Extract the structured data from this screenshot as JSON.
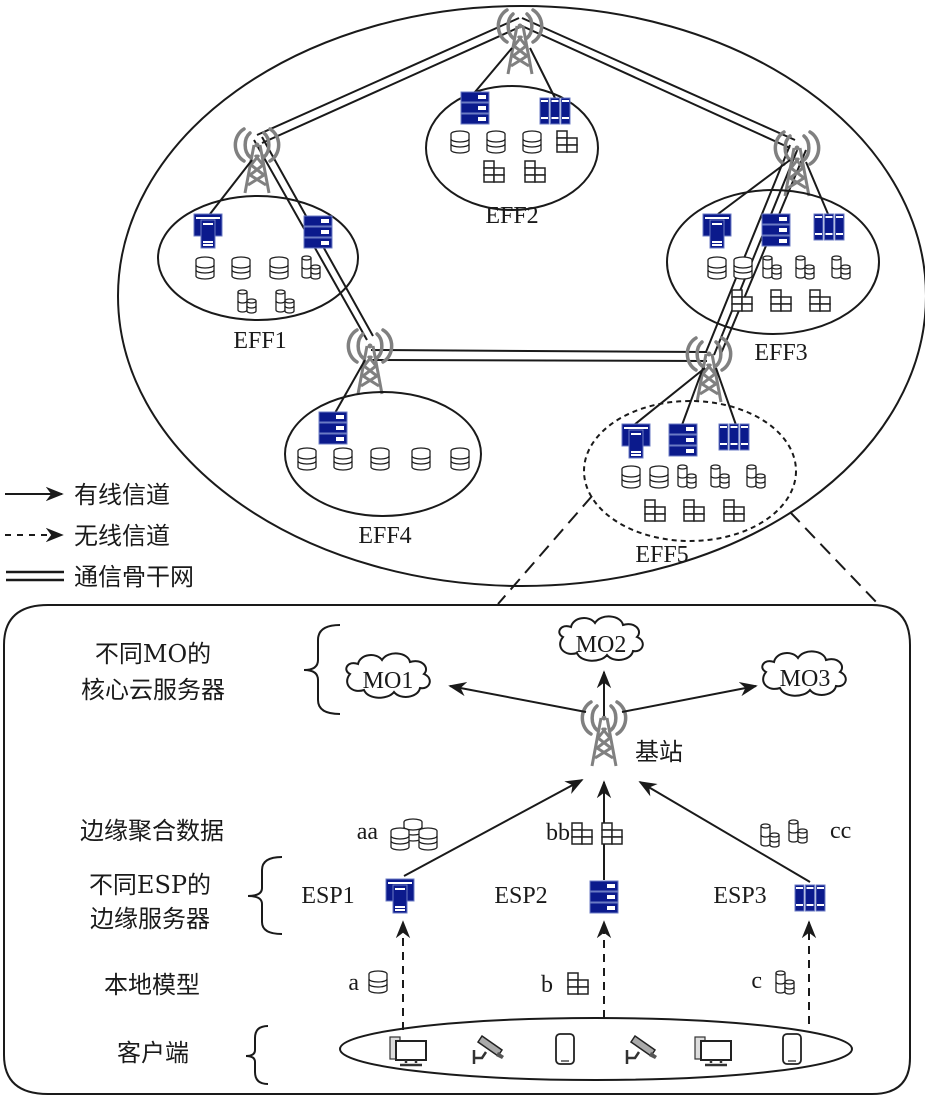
{
  "title": "Edge federated framework diagram",
  "colors": {
    "server_blue": "#0b1a8c",
    "tower_gray": "#808080",
    "line": "#1a1a1a"
  },
  "top": {
    "clusters": [
      {
        "id": "EFF1",
        "label": "EFF1",
        "servers": [
          "rack-server",
          "stack-server"
        ],
        "data_icons": [
          "database",
          "database",
          "database",
          "cylinders",
          "cylinders",
          "cylinders"
        ]
      },
      {
        "id": "EFF2",
        "label": "EFF2",
        "servers": [
          "stack-server",
          "tower-servers"
        ],
        "data_icons": [
          "database",
          "database",
          "database",
          "blocks",
          "blocks",
          "blocks"
        ]
      },
      {
        "id": "EFF3",
        "label": "EFF3",
        "servers": [
          "rack-server",
          "stack-server",
          "tower-servers"
        ],
        "data_icons": [
          "database",
          "database",
          "cylinders",
          "cylinders",
          "cylinders",
          "blocks",
          "blocks",
          "blocks"
        ]
      },
      {
        "id": "EFF4",
        "label": "EFF4",
        "servers": [
          "stack-server"
        ],
        "data_icons": [
          "database",
          "database",
          "database",
          "database",
          "database"
        ]
      },
      {
        "id": "EFF5",
        "label": "EFF5",
        "servers": [
          "rack-server",
          "stack-server",
          "tower-servers"
        ],
        "data_icons": [
          "database",
          "database",
          "cylinders",
          "cylinders",
          "cylinders",
          "blocks",
          "blocks",
          "blocks"
        ],
        "style": "dashed"
      }
    ]
  },
  "legend": [
    {
      "icon": "solid-arrow",
      "label": "有线信道"
    },
    {
      "icon": "dashed-arrow",
      "label": "无线信道"
    },
    {
      "icon": "double-line",
      "label": "通信骨干网"
    }
  ],
  "detail": {
    "row_labels": {
      "cloud_line1": "不同MO的",
      "cloud_line2": "核心云服务器",
      "aggregated": "边缘聚合数据",
      "esp_line1": "不同ESP的",
      "esp_line2": "边缘服务器",
      "local_model": "本地模型",
      "clients": "客户端"
    },
    "clouds": [
      "MO1",
      "MO2",
      "MO3"
    ],
    "base_station": "基站",
    "aggregated_data": [
      {
        "label": "aa",
        "icon": "database-stack"
      },
      {
        "label": "bb",
        "icon": "blocks-wide"
      },
      {
        "label": "cc",
        "icon": "cylinders-pyramid"
      }
    ],
    "esps": [
      "ESP1",
      "ESP2",
      "ESP3"
    ],
    "local_models": [
      {
        "label": "a",
        "icon": "database"
      },
      {
        "label": "b",
        "icon": "blocks"
      },
      {
        "label": "c",
        "icon": "cylinders"
      }
    ],
    "client_devices": [
      "desktop",
      "camera",
      "phone",
      "camera",
      "desktop",
      "phone"
    ]
  }
}
